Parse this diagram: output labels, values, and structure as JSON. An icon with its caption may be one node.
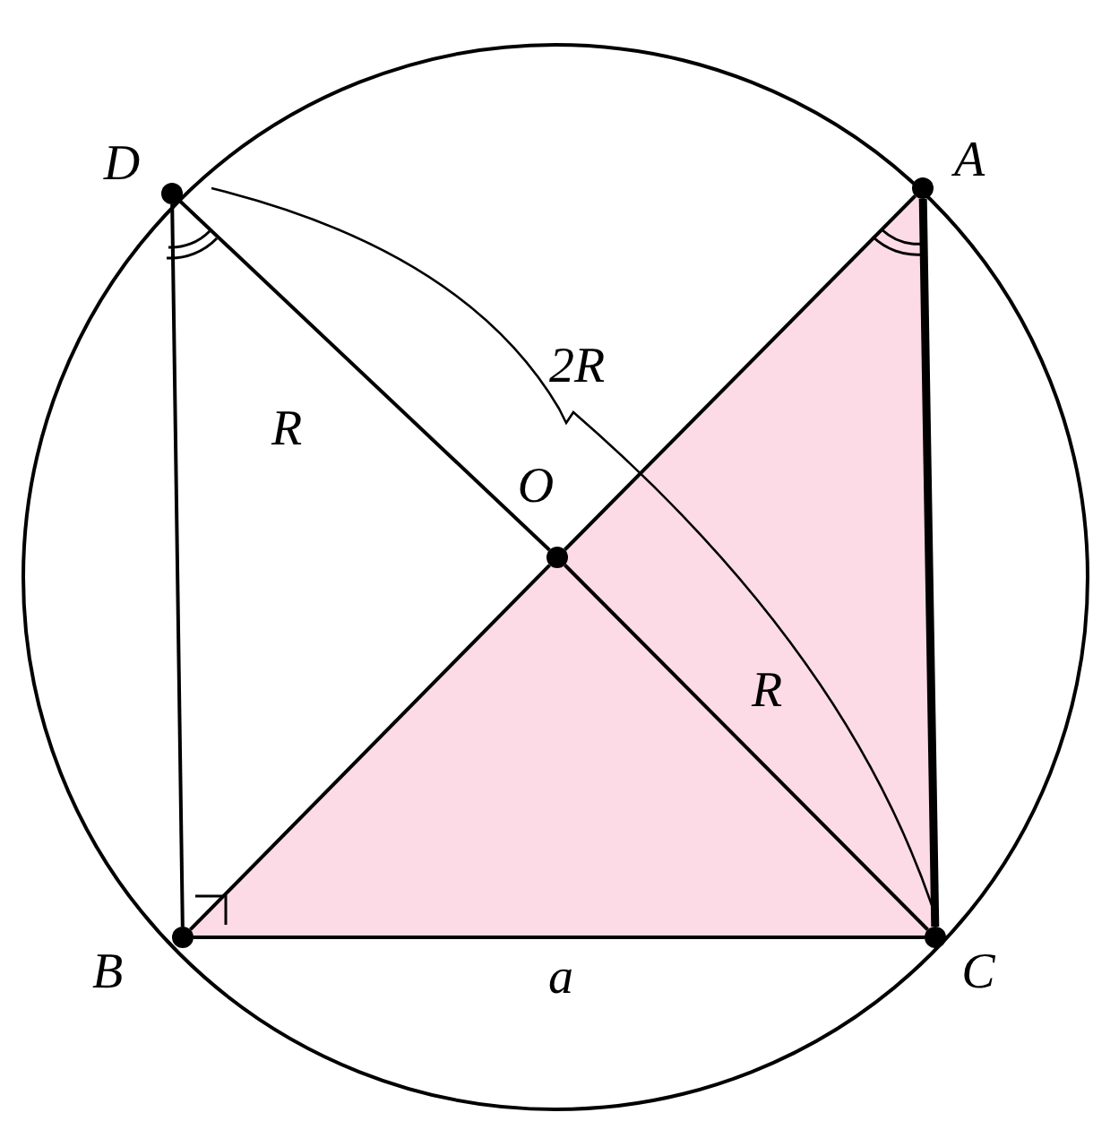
{
  "diagram": {
    "nodes": [
      {
        "text": [],
        "shape": "circle",
        "beside": [
          "D"
        ]
      },
      {
        "text": [],
        "shape": "circle",
        "beside": [
          "A"
        ]
      },
      {
        "text": [],
        "shape": "circle",
        "beside": [
          "O"
        ]
      },
      {
        "text": [],
        "shape": "circle",
        "beside": [
          "B"
        ]
      },
      {
        "text": [],
        "shape": "circle",
        "beside": [
          "C"
        ]
      }
    ],
    "edges": [
      {
        "from": 0,
        "to": 3,
        "arrow": "none"
      },
      {
        "from": 0,
        "to": 2,
        "arrow": "none",
        "label": "R"
      },
      {
        "from": 2,
        "to": 4,
        "arrow": "none",
        "label": "R"
      },
      {
        "from": 3,
        "to": 2,
        "arrow": "none"
      },
      {
        "from": 2,
        "to": 1,
        "arrow": "none"
      },
      {
        "from": 3,
        "to": 4,
        "arrow": "none",
        "label": "a"
      },
      {
        "from": 1,
        "to": 4,
        "arrow": "none",
        "style": "thick"
      }
    ],
    "labels": [
      "2R"
    ]
  }
}
